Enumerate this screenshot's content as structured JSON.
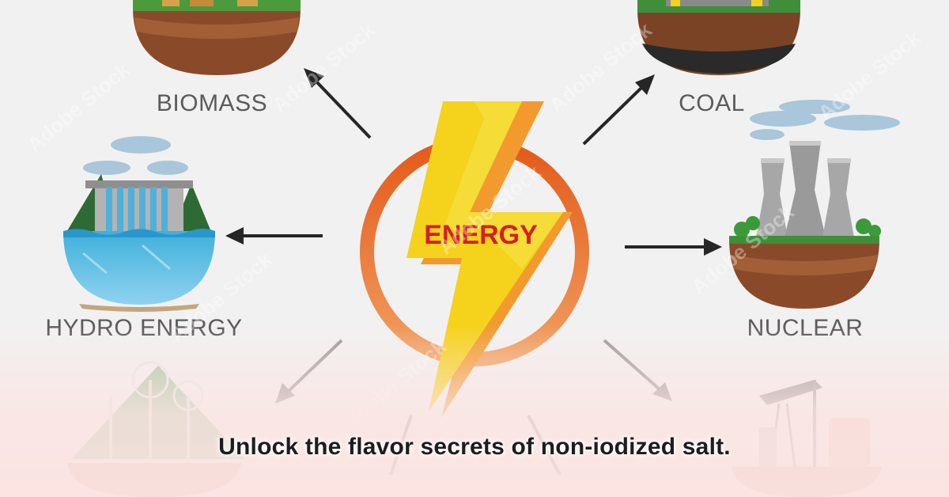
{
  "diagram": {
    "center_label": "ENERGY",
    "labels": {
      "biomass": "BIOMASS",
      "coal": "COAL",
      "hydro": "HYDRO ENERGY",
      "nuclear": "NUCLEAR"
    },
    "caption": "Unlock the flavor secrets of non-iodized salt.",
    "watermark": "Adobe Stock"
  },
  "colors": {
    "bolt_yellow": "#f5d21b",
    "bolt_orange": "#f29a2e",
    "ring_orange": "#e2711f",
    "center_text_red": "#d51f26",
    "soil_brown": "#8a4a2a",
    "water_blue": "#4fb8de",
    "grass_green": "#3b9a3a",
    "arrow_dark": "#2a2a2a",
    "label_gray": "#5b5b5b"
  }
}
